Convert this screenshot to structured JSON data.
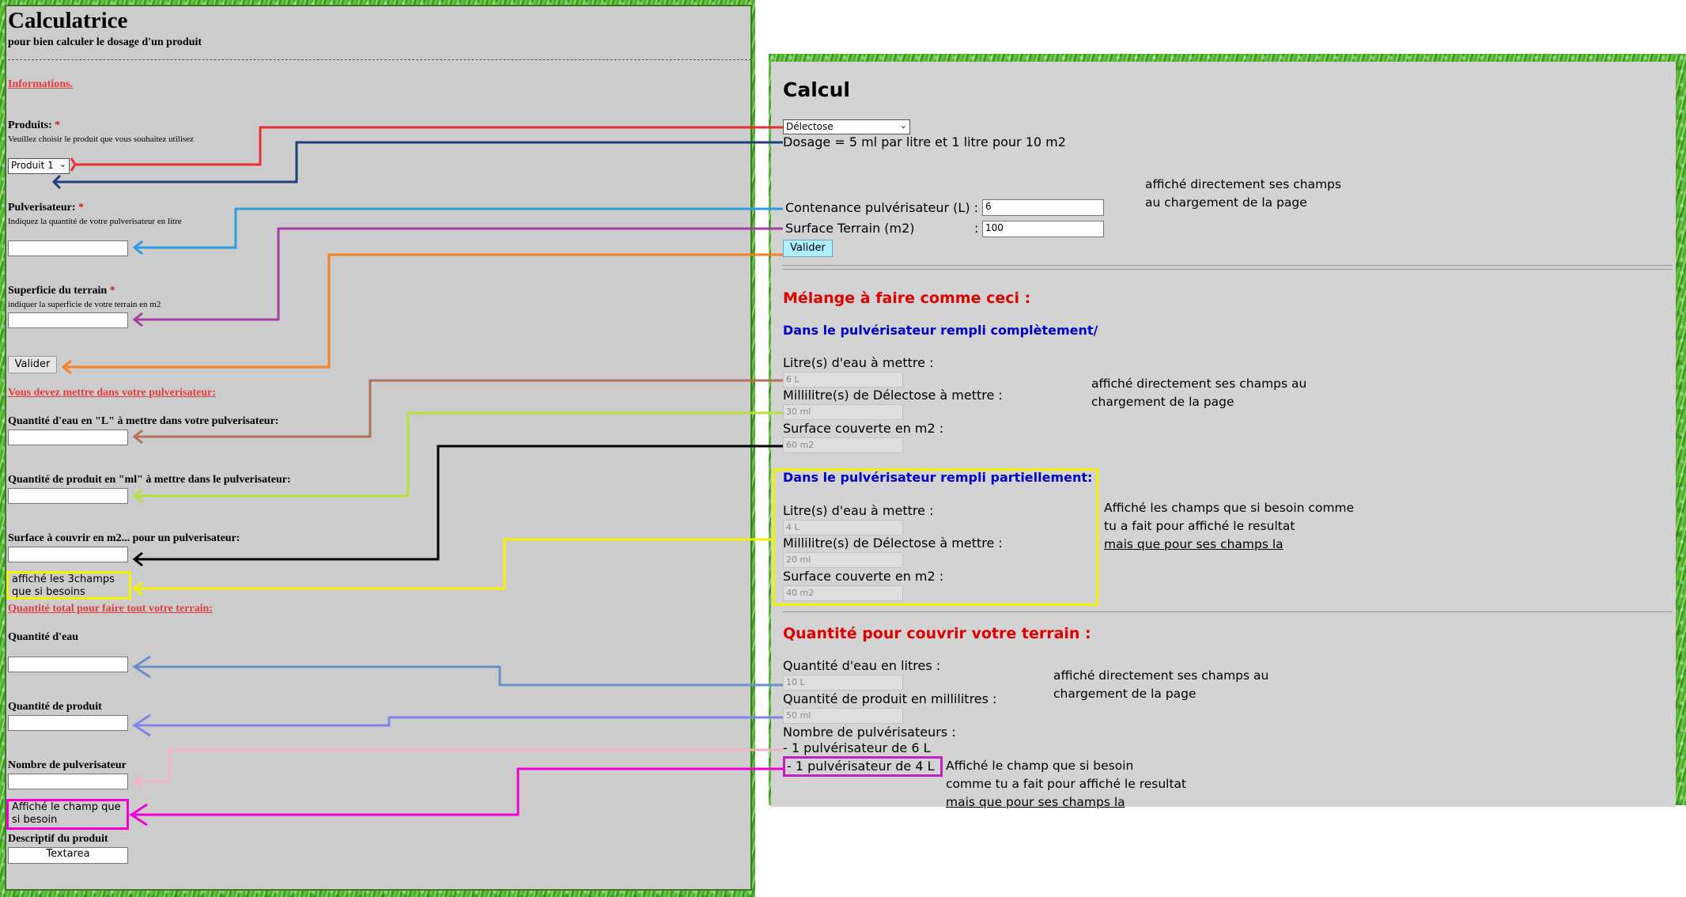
{
  "left": {
    "title": "Calculatrice",
    "subtitle": "pour bien calculer le dosage d'un produit",
    "informations_heading": "Informations.",
    "produits_label": "Produits:",
    "required_mark": "*",
    "produits_help": "Veuillez choisir le produit que vous souhaitez utilisez",
    "produit_select": "Produit 1",
    "pulverisateur_label": "Pulverisateur:",
    "pulverisateur_help": "Indiquez la quantité de votre pulverisateur en litre",
    "superficie_label": "Superficie du terrain",
    "superficie_help": "indiquer la superficie de votre terrain en m2",
    "valider": "Valider",
    "section_mettre": "Vous devez mettre dans votre pulverisateur:",
    "qte_eau_L": "Quantité d'eau en \"L\" à mettre dans votre pulverisateur:",
    "qte_produit_ml": "Quantité de produit en \"ml\" à mettre dans le pulverisateur:",
    "surface_couvrir": "Surface à couvrir en m2... pour un pulverisateur:",
    "note_3champs": "affiché les 3champs que si besoins",
    "section_total": "Quantité total pour faire tout votre terrain:",
    "qte_eau": "Quantité d'eau",
    "qte_produit": "Quantité de produit",
    "nombre_pulv": "Nombre de pulverisateur",
    "note_champ": "Affiché le champ que si besoin",
    "descriptif": "Descriptif du produit",
    "textarea": "Textarea"
  },
  "right": {
    "title": "Calcul",
    "product_select": "Délectose",
    "dosage": "Dosage = 5 ml par litre et 1 litre pour 10 m2",
    "note_top_1": "affiché directement ses champs",
    "note_top_2": "au chargement de la page",
    "contenance_label": "Contenance pulvérisateur (L) :",
    "contenance_value": "6",
    "surface_label": "Surface Terrain (m2)",
    "surface_colon": ":",
    "surface_value": "100",
    "valider": "Valider",
    "melange_heading": "Mélange à faire comme ceci :",
    "complet_heading": "Dans le pulvérisateur rempli complètement/",
    "eau_label": "Litre(s) d'eau à mettre :",
    "eau_full": "6 L",
    "ml_label": "Millilitre(s) de Délectose à mettre :",
    "ml_full": "30 ml",
    "surface_couverte_label": "Surface couverte en m2 :",
    "surface_full": "60 m2",
    "note_mid_1": "affiché directement ses champs au",
    "note_mid_2": "chargement de la page",
    "partiel_heading": "Dans le pulvérisateur rempli partiellement:",
    "eau_partial": "4 L",
    "ml_partial": "20 ml",
    "surface_partial": "40 m2",
    "note_partial_1": "Affiché les champs que si besoin comme",
    "note_partial_2": "tu a fait pour affiché le resultat",
    "note_partial_3": "mais que pour ses champs la",
    "terrain_heading": "Quantité pour couvrir votre terrain :",
    "qte_eau_label": "Quantité d'eau en litres :",
    "qte_eau_value": "10 L",
    "qte_prod_label": "Quantité de produit en millilitres :",
    "qte_prod_value": "50 ml",
    "note_bottom_1": "affiché directement ses champs au",
    "note_bottom_2": "chargement de la page",
    "nombre_label": "Nombre de pulvérisateurs :",
    "pulv_line_1": "- 1 pulvérisateur de 6 L",
    "pulv_line_2": "- 1 pulvérisateur de 4 L",
    "note_last_1": "Affiché le champ que si besoin",
    "note_last_2": "comme tu a fait pour affiché le resultat",
    "note_last_3": "mais que pour ses champs la"
  },
  "colors": {
    "red": "#e53030",
    "navy": "#1f3f7a",
    "sky": "#2f9be0",
    "purple": "#a040a0",
    "orange": "#f5821f",
    "brown": "#b0735a",
    "lime": "#b8e03a",
    "black": "#000000",
    "yellow": "#f2f200",
    "steel": "#6b8fc8",
    "periwinkle": "#7f86e6",
    "pink": "#f2b2c8",
    "magenta": "#f000d0"
  }
}
